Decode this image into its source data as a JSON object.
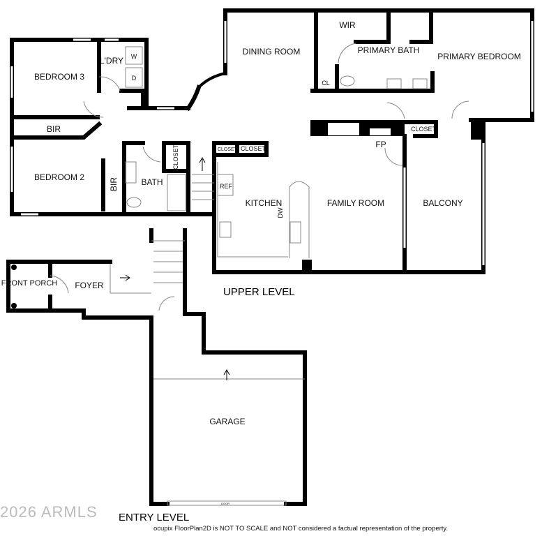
{
  "rooms": {
    "bedroom3": "BEDROOM 3",
    "laundry": "L'DRY",
    "washer": "W",
    "dryer": "D",
    "bir1": "BIR",
    "bedroom2": "BEDROOM 2",
    "bir2": "BIR",
    "bath": "BATH",
    "closet_bath": "CLOSET",
    "dining": "DINING ROOM",
    "wir": "WIR",
    "primary_bath": "PRIMARY BATH",
    "primary_bedroom": "PRIMARY BEDROOM",
    "cl": "CL",
    "closet_primary": "CLOSET",
    "fp": "FP",
    "closet_k1": "CLOSET",
    "closet_k2": "CLOSET",
    "ref": "REF",
    "kitchen": "KITCHEN",
    "dw": "DW",
    "family": "FAMILY ROOM",
    "balcony": "BALCONY",
    "front_porch": "FRONT PORCH",
    "foyer": "FOYER",
    "garage": "GARAGE",
    "door": "DOOR"
  },
  "levels": {
    "upper": "UPPER LEVEL",
    "entry": "ENTRY LEVEL"
  },
  "watermark": "2026 ARMLS",
  "disclaimer": "ocupix FloorPlan2D is NOT TO SCALE and NOT considered a factual representation of the property."
}
